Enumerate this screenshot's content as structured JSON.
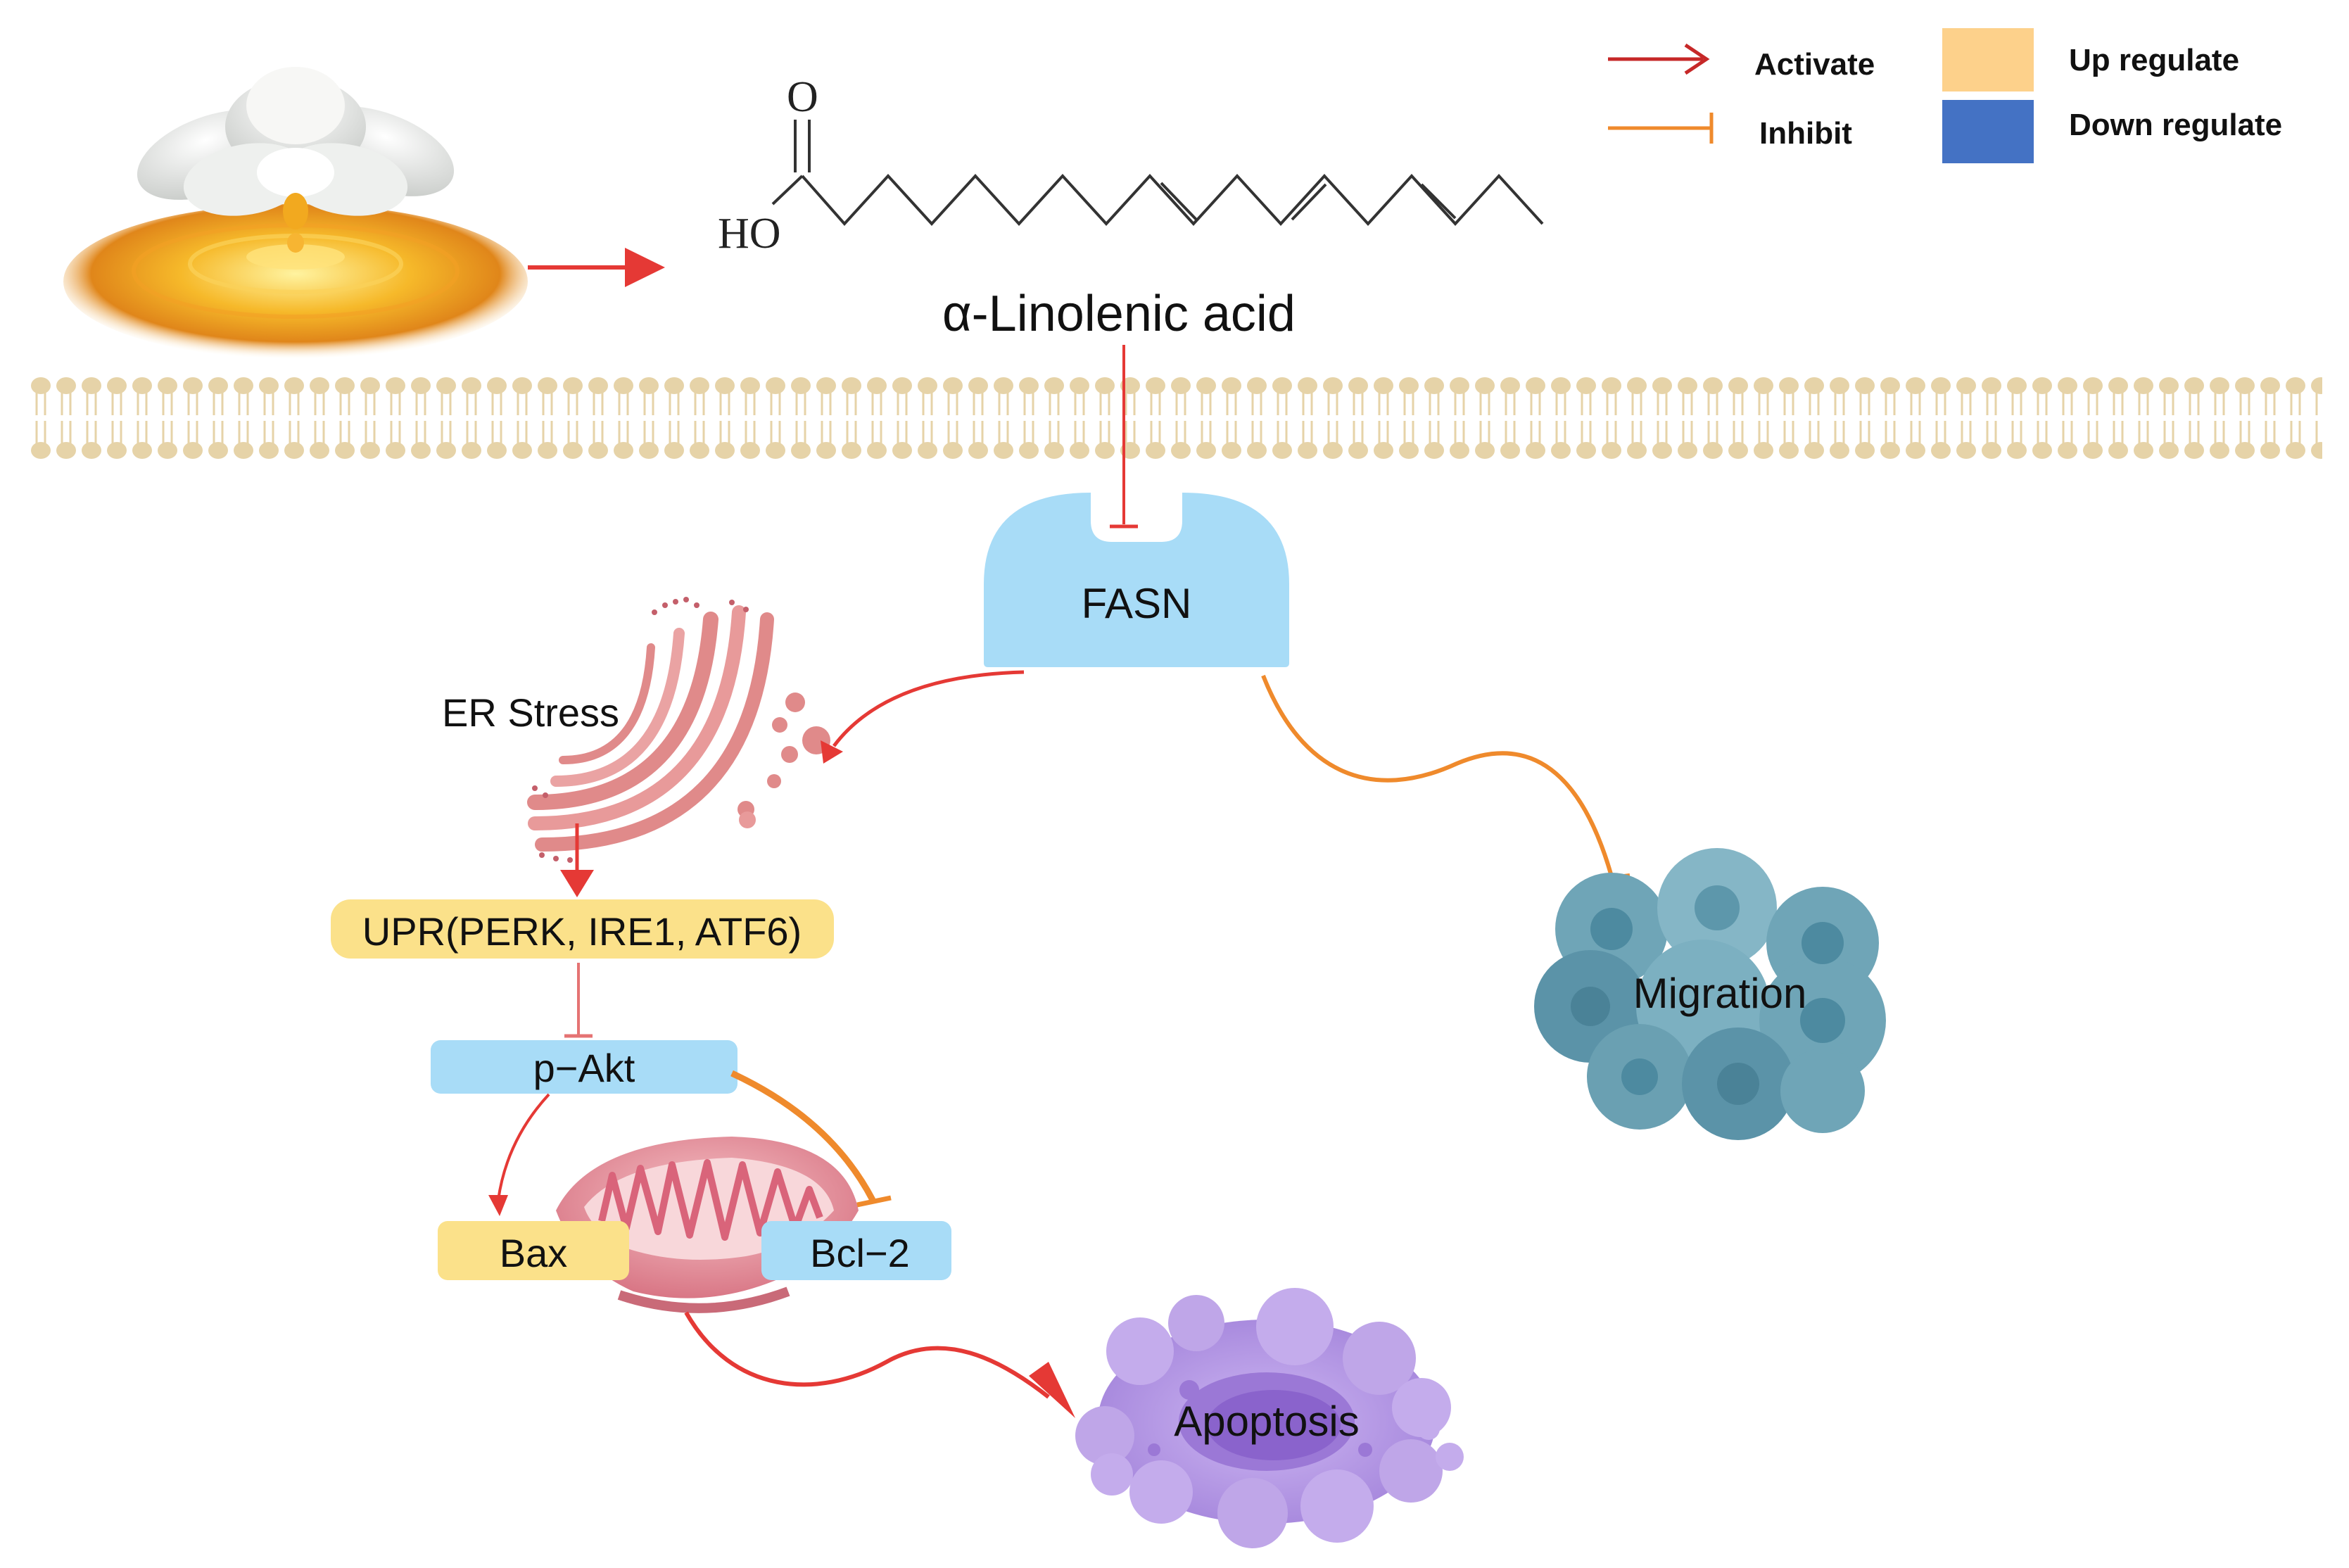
{
  "colors": {
    "activate": "#e53935",
    "inhibit": "#ef8a2c",
    "up_regulate": "#fdd18b",
    "down_regulate": "#4472c4",
    "fasn_fill": "#a8dcf7",
    "upr_fill": "#fbe18a",
    "membrane": "#e6d3a8",
    "er": "#e08a8a",
    "mito": "#e89aa4",
    "migration": "#6fa5b7",
    "apoptosis": "#bfa6e8"
  },
  "legend": {
    "activate": "Activate",
    "inhibit": "Inhibit",
    "up_regulate": "Up regulate",
    "down_regulate": "Down regulate"
  },
  "molecule": {
    "name": "α-Linolenic acid",
    "carbonyl_o": "O",
    "hydroxyl": "HO"
  },
  "nodes": {
    "fasn": "FASN",
    "er_stress": "ER Stress",
    "upr": "UPR(PERK, IRE1, ATF6)",
    "pakt": "p−Akt",
    "bax": "Bax",
    "bcl2": "Bcl−2",
    "migration": "Migration",
    "apoptosis": "Apoptosis"
  },
  "icons": {
    "source": "flower-oil-icon",
    "membrane": "lipid-bilayer-icon",
    "er": "endoplasmic-reticulum-icon",
    "mito": "mitochondrion-icon",
    "migration": "cancer-cell-cluster-icon",
    "apoptosis": "apoptotic-cell-icon"
  }
}
